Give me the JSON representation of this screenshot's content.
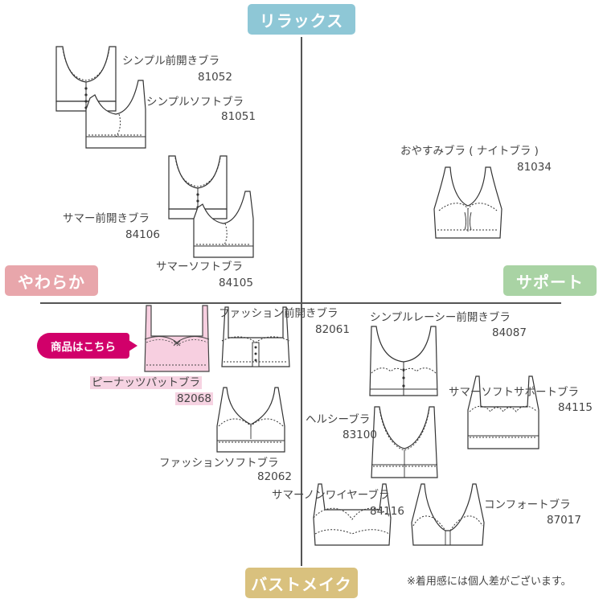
{
  "axes": {
    "top": "リラックス",
    "bottom": "バストメイク",
    "left": "やわらか",
    "right": "サポート"
  },
  "colors": {
    "top_tag": "#8ec7d6",
    "bottom_tag": "#d9c17e",
    "left_tag": "#e8a6ab",
    "right_tag": "#a9d3a4",
    "shop_button": "#d1006a",
    "highlight": "#f6d3e2",
    "highlight_bra_fill": "#f7cfe0"
  },
  "shop_button": "商品はこちら",
  "note": "※着用感には個人差がございます。",
  "products": {
    "p81052": {
      "name": "シンプル前開きブラ",
      "code": "81052"
    },
    "p81051": {
      "name": "シンプルソフトブラ",
      "code": "81051"
    },
    "p81034": {
      "name": "おやすみブラ ( ナイトブラ )",
      "code": "81034"
    },
    "p84106": {
      "name": "サマー前開きブラ",
      "code": "84106"
    },
    "p84105": {
      "name": "サマーソフトブラ",
      "code": "84105"
    },
    "p82068": {
      "name": "ピーナッツパットブラ",
      "code": "82068"
    },
    "p82061": {
      "name": "ファッション前開きブラ",
      "code": "82061"
    },
    "p84087": {
      "name": "シンプルレーシー前開きブラ",
      "code": "84087"
    },
    "p84115": {
      "name": "サマーソフトサポートブラ",
      "code": "84115"
    },
    "p83100": {
      "name": "ヘルシーブラ",
      "code": "83100"
    },
    "p82062": {
      "name": "ファッションソフトブラ",
      "code": "82062"
    },
    "p84116": {
      "name": "サマーノンワイヤーブラ",
      "code": "84116"
    },
    "p87017": {
      "name": "コンフォートブラ",
      "code": "87017"
    }
  }
}
